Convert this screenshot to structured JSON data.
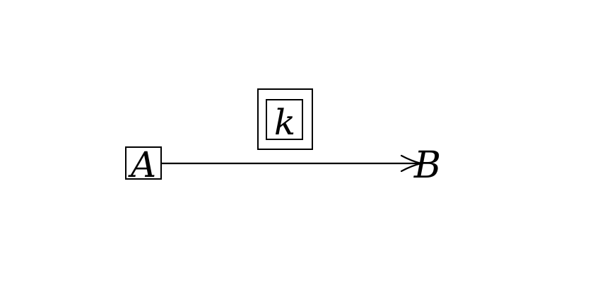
{
  "diagram": {
    "source_node": {
      "label": "A"
    },
    "target_node": {
      "label": "B"
    },
    "arrow": {
      "label": "k",
      "direction": "source-to-target"
    },
    "colors": {
      "stroke": "#000000",
      "background": "#ffffff"
    }
  }
}
